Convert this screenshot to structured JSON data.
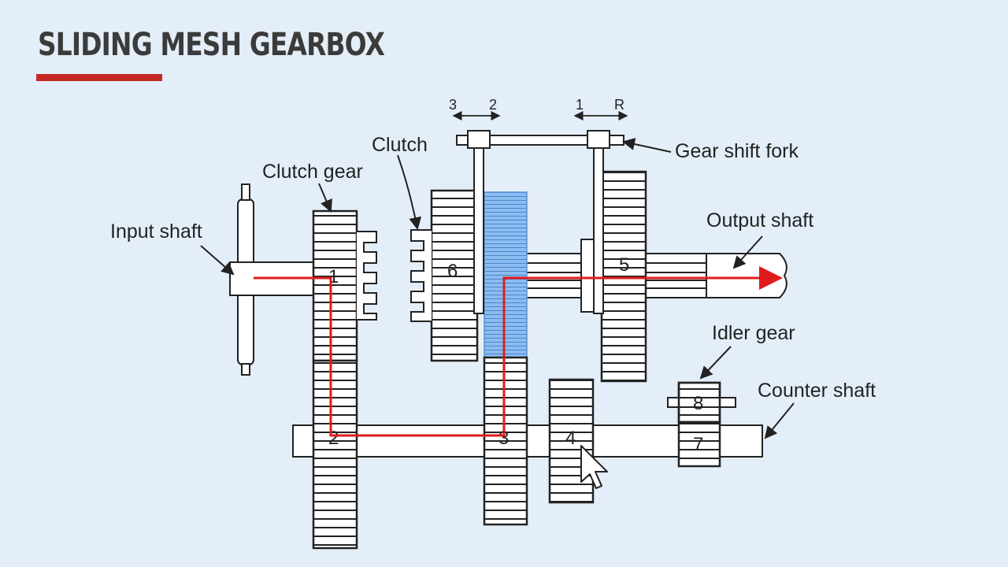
{
  "title": "SLIDING MESH GEARBOX",
  "colors": {
    "accent": "#c62826",
    "background": "#e3eef9",
    "highlight": "#6fa8e6",
    "power_flow": "#e01b1b",
    "ink": "#222222"
  },
  "labels": {
    "input_shaft": "Input shaft",
    "clutch_gear": "Clutch gear",
    "clutch": "Clutch",
    "gear_shift_fork": "Gear shift fork",
    "output_shaft": "Output shaft",
    "idler_gear": "Idler gear",
    "counter_shaft": "Counter shaft"
  },
  "selector_positions": {
    "left_a": "3",
    "left_b": "2",
    "right_a": "1",
    "right_b": "R"
  },
  "gear_numbers": {
    "g1": "1",
    "g2": "2",
    "g3": "3",
    "g4": "4",
    "g5": "5",
    "g6": "6",
    "g7": "7",
    "g8": "8"
  },
  "icons": {
    "cursor": "mouse-pointer-icon"
  }
}
